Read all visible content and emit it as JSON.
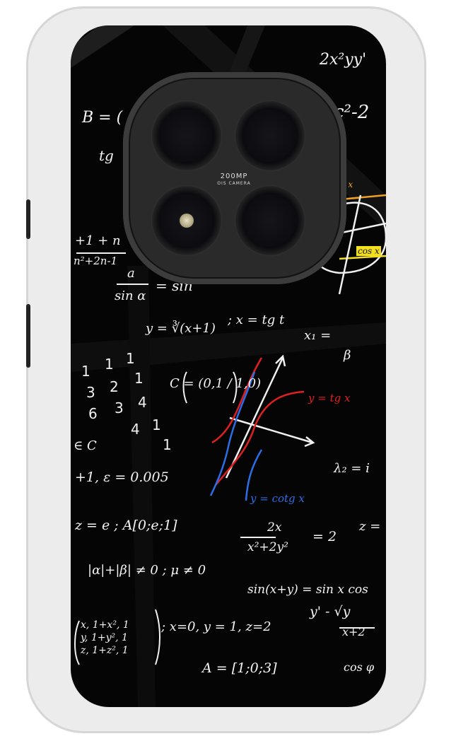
{
  "camera": {
    "megapixels_text": "200MP",
    "module_text": "OIS CAMERA"
  },
  "formulas": {
    "f1": "2x²yy'",
    "f2": "B = (",
    "f3": "c²-2",
    "f4": "tg",
    "f5": "+1 + n",
    "f6": "n²+2n-1",
    "f7": "a",
    "f8": "sin α",
    "f9": "= sin",
    "f10": "y = ∛(x+1)",
    "f11": "; x = tg t",
    "f12": "x₁ =",
    "f13": "C = (0,1 / 1,0)",
    "f14": "y = tg x",
    "f15": "∈ C",
    "f16": "+1, ε = 0.005",
    "f17": "λ₂ = i",
    "f18": "y = cotg x",
    "f19": "z = e ; A[0;e;1]",
    "f20": "2x",
    "f21": "x²+2y²",
    "f22": "= 2",
    "f23": "z =",
    "f24": "|α|+|β| ≠ 0 ; μ ≠ 0",
    "f25": "sin(x+y) = sin x cos",
    "f26": "y' - √y",
    "f27": "x+2",
    "f28": "x, 1+x², 1",
    "f29": "y, 1+y², 1",
    "f30": "z, 1+z², 1",
    "f31": "; x=0, y = 1, z=2",
    "f32": "A = [1;0;3]",
    "f33": "cos φ",
    "f34": "cos x",
    "f35": "tg x",
    "f36": "β"
  }
}
